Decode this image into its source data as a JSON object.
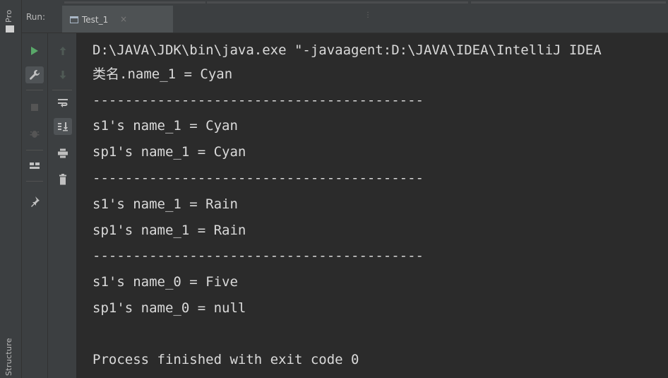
{
  "side_strip": {
    "project_label": "Pro",
    "structure_label": "Structure"
  },
  "header": {
    "run_label": "Run:",
    "tab_title": "Test_1",
    "tab_close": "×",
    "dots": "⋮"
  },
  "toolbar": {
    "icons": [
      "run-icon",
      "up-arrow-icon",
      "wrench-icon",
      "down-arrow-icon",
      "stop-icon",
      "soft-wrap-icon",
      "debug-icon",
      "scroll-to-end-icon",
      "print-icon",
      "layout-icon",
      "trash-icon",
      "pin-icon"
    ]
  },
  "console": {
    "lines": [
      "D:\\JAVA\\JDK\\bin\\java.exe \"-javaagent:D:\\JAVA\\IDEA\\IntelliJ IDEA",
      "类名.name_1 = Cyan",
      "-----------------------------------------",
      "s1's name_1 = Cyan",
      "sp1's name_1 = Cyan",
      "-----------------------------------------",
      "s1's name_1 = Rain",
      "sp1's name_1 = Rain",
      "-----------------------------------------",
      "s1's name_0 = Five",
      "sp1's name_0 = null",
      "",
      "Process finished with exit code 0"
    ]
  },
  "colors": {
    "console_bg": "#2b2b2b",
    "panel_bg": "#3c3f41",
    "run_green": "#59a869",
    "console_text": "#dadada"
  }
}
